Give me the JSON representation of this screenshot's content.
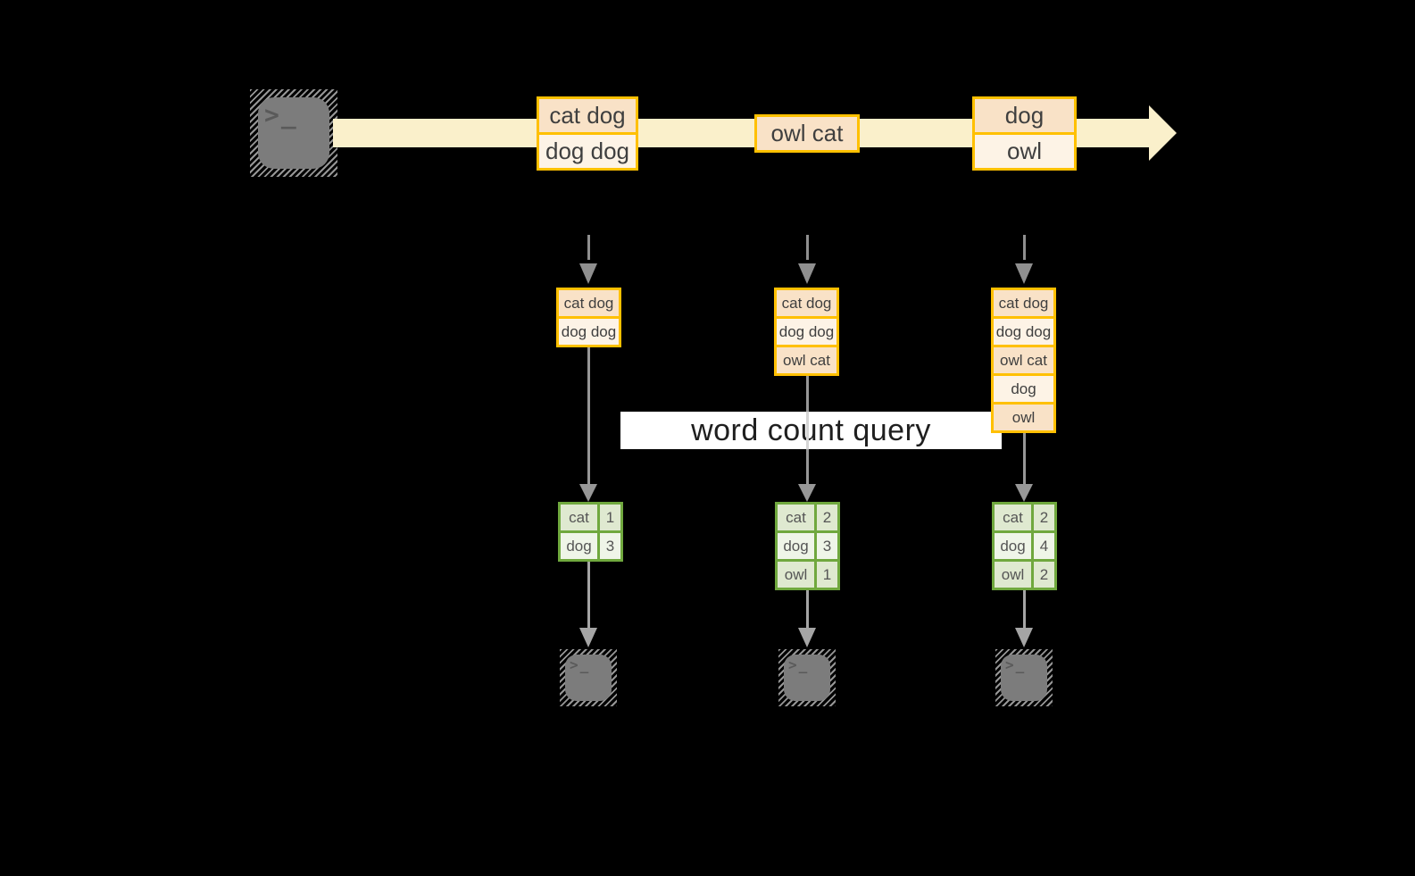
{
  "colors": {
    "background": "#000000",
    "stream_band": "#faf0cb",
    "event_border": "#ffc000",
    "event_fill": "#f9e2c7",
    "event_fill_alt": "#fdf3e6",
    "table_border": "#70a83e",
    "table_fill": "#dfe9d0",
    "table_fill_alt": "#eff5e8",
    "arrow_gray": "#979797",
    "query_band": "#ffffff",
    "text": "#3f3f3f"
  },
  "source": {
    "glyph": ">_"
  },
  "sink": {
    "glyph": ">_"
  },
  "stream": {
    "events": [
      {
        "lines": [
          "cat dog",
          "dog dog"
        ]
      },
      {
        "lines": [
          "owl cat"
        ]
      },
      {
        "lines": [
          "dog",
          "owl"
        ]
      }
    ]
  },
  "query": {
    "label": "word count query"
  },
  "columns": [
    {
      "buffer": [
        "cat dog",
        "dog dog"
      ],
      "counts": [
        {
          "word": "cat",
          "count": "1"
        },
        {
          "word": "dog",
          "count": "3"
        }
      ]
    },
    {
      "buffer": [
        "cat dog",
        "dog dog",
        "owl cat"
      ],
      "counts": [
        {
          "word": "cat",
          "count": "2"
        },
        {
          "word": "dog",
          "count": "3"
        },
        {
          "word": "owl",
          "count": "1"
        }
      ]
    },
    {
      "buffer": [
        "cat dog",
        "dog dog",
        "owl cat",
        "dog",
        "owl"
      ],
      "counts": [
        {
          "word": "cat",
          "count": "2"
        },
        {
          "word": "dog",
          "count": "4"
        },
        {
          "word": "owl",
          "count": "2"
        }
      ]
    }
  ]
}
